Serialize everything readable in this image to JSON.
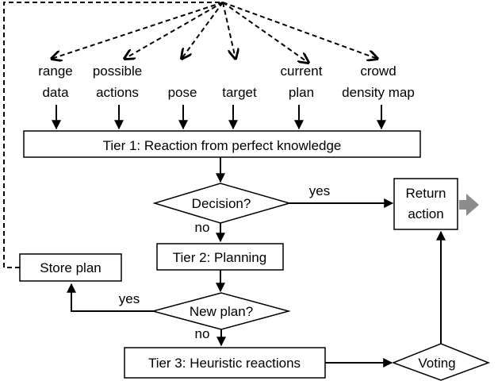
{
  "inputs": {
    "range_data": [
      "range",
      "data"
    ],
    "possible_actions": [
      "possible",
      "actions"
    ],
    "pose": "pose",
    "target": "target",
    "current_plan": [
      "current",
      "plan"
    ],
    "crowd_density_map": [
      "crowd",
      "density map"
    ]
  },
  "nodes": {
    "tier1": "Tier 1: Reaction from perfect knowledge",
    "decision": "Decision?",
    "tier2": "Tier 2: Planning",
    "new_plan": "New plan?",
    "tier3": "Tier 3: Heuristic reactions",
    "voting": "Voting",
    "store_plan": "Store plan",
    "return_action": [
      "Return",
      "action"
    ]
  },
  "edges": {
    "decision_yes": "yes",
    "decision_no": "no",
    "new_plan_yes": "yes",
    "new_plan_no": "no"
  },
  "colors": {
    "line": "#000000",
    "output_arrow": "#8c8c8c"
  }
}
